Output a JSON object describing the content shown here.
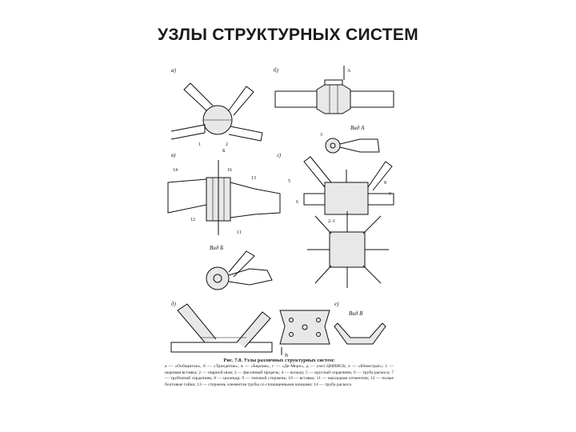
{
  "page": {
    "title": "УЗЛЫ СТРУКТУРНЫХ СИСТЕМ"
  },
  "figure": {
    "panel_labels": [
      "а)",
      "б)",
      "в)",
      "г)",
      "д)",
      "е)"
    ],
    "view_labels": [
      "Вид А",
      "Вид Б",
      "Вид В",
      "2–1"
    ],
    "arrow_labels": [
      "А",
      "Б",
      "В"
    ],
    "part_numbers": [
      "1",
      "2",
      "3",
      "14",
      "16",
      "13",
      "12",
      "11",
      "8",
      "9",
      "5",
      "6"
    ],
    "caption_head": "Рис. 7.8. Узлы различных структурных систем:",
    "caption_body": "а — «Ообацитон», б — «Триодетик», в — «Берлин», г — «Де-Меро», д — узел ЦНИИСК, е — «Юнистрат»; 1 — шаровая вставка; 2 — сварной шов; 3 — фасонный прорезь; 4 — кольцо; 5 — круглый сердечник; 6 — труба раскоса; 7 — трубчатый сердечник; 8 — цилиндр; 9 — типовой стержень; 10 — вставка; 11 — накладная сегментов; 12 — полые болтовые гайки; 13 — стержень элементов трубы со сплющенными концами; 14 — труба раскоса"
  }
}
